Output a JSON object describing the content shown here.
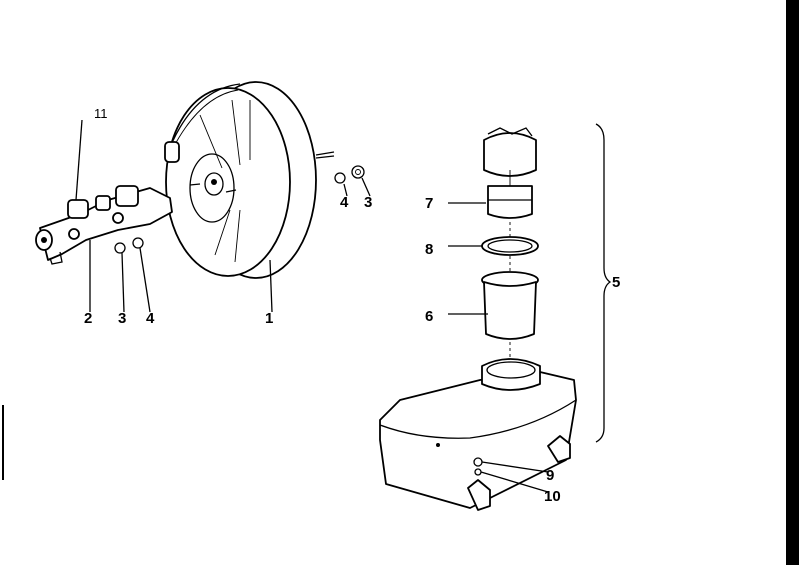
{
  "labels": {
    "p1": "1",
    "p2": "2",
    "p3_left": "3",
    "p4_left": "4",
    "p4_right": "4",
    "p3_right": "3",
    "p11": "11",
    "p7": "7",
    "p8": "8",
    "p6": "6",
    "p5": "5",
    "p9": "9",
    "p10": "10"
  }
}
